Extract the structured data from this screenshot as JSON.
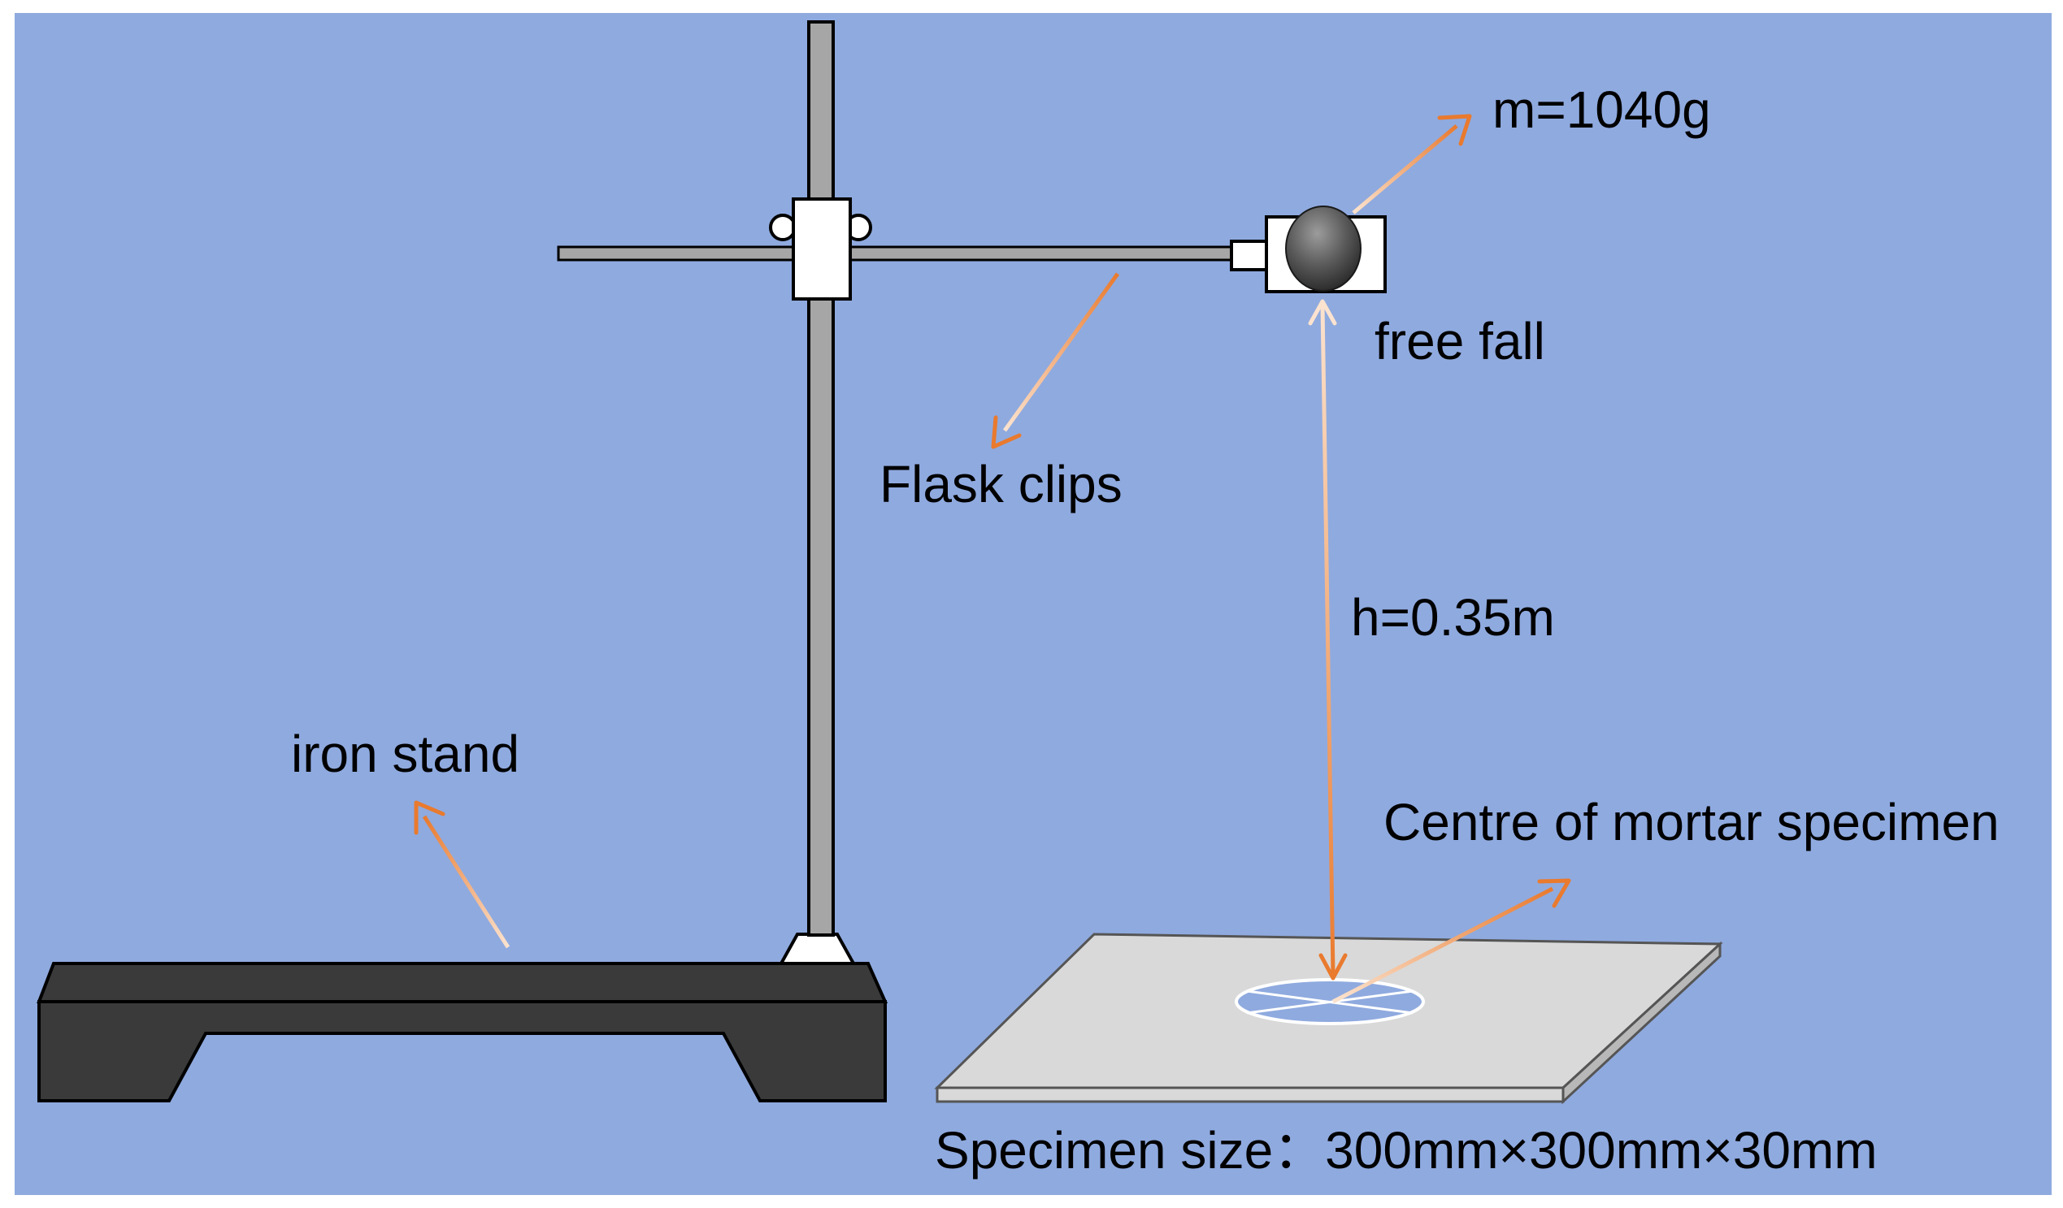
{
  "labels": {
    "mass": "m=1040g",
    "free_fall": "free fall",
    "flask_clips": "Flask clips",
    "height": "h=0.35m",
    "iron_stand": "iron stand",
    "centre": "Centre of mortar specimen",
    "specimen_size": "Specimen size：300mm×300mm×30mm"
  },
  "colors": {
    "background": "#8FAADF",
    "arrow": "#E97A2E",
    "stand_base": "#3A3A3A",
    "rod": "#A6A6A6",
    "specimen": "#D9D9D9",
    "target_circle": "#8FAADF"
  }
}
